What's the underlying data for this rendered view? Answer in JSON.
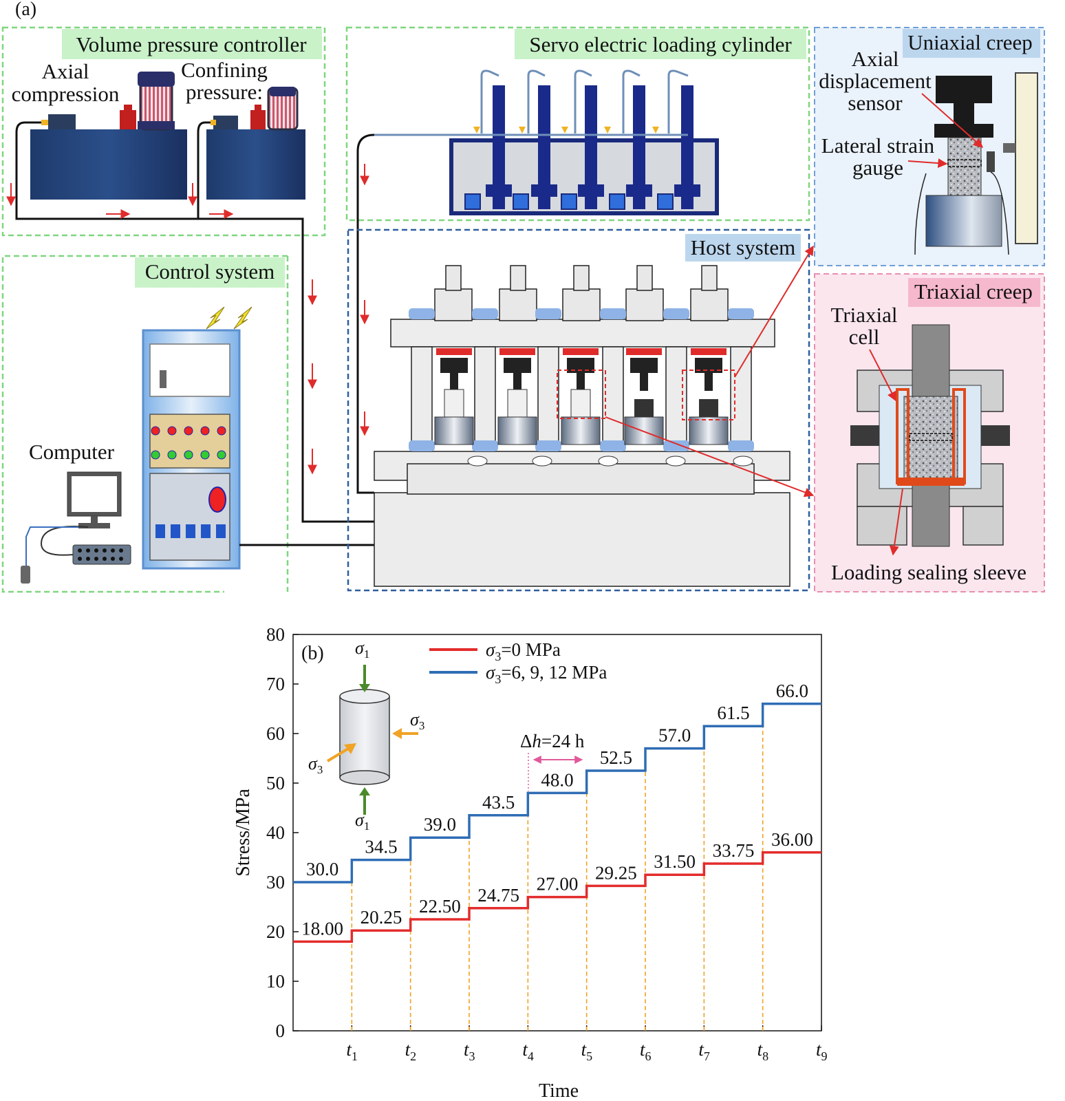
{
  "panel_a": {
    "panel_label": "(a)",
    "volume_controller": {
      "title": "Volume pressure controller",
      "axial_line1": "Axial",
      "axial_line2": "compression",
      "confining_line1": "Confining",
      "confining_line2": "pressure:"
    },
    "control_system": {
      "title": "Control system",
      "computer": "Computer"
    },
    "servo": {
      "title": "Servo electric loading cylinder"
    },
    "host": {
      "title": "Host system"
    },
    "uniaxial": {
      "title": "Uniaxial creep",
      "sensor_line1": "Axial",
      "sensor_line2": "displacement",
      "sensor_line3": "sensor",
      "gauge_line1": "Lateral strain",
      "gauge_line2": "gauge"
    },
    "triaxial": {
      "title": "Triaxial creep",
      "cell_line1": "Triaxial",
      "cell_line2": "cell",
      "sleeve": "Loading sealing sleeve"
    },
    "colors": {
      "green_box": "#7fd67f",
      "blue_box": "#2f5f9f",
      "uniaxial_bg": "#eaf2fb",
      "triaxial_bg": "#fbe6ee",
      "label_green": "#c9f2c9",
      "label_blue": "#bcd6ee",
      "label_pink": "#f6b8cc"
    }
  },
  "panel_b": {
    "panel_label": "(b)",
    "legend": {
      "red_sym": "σ",
      "red_sub": "3",
      "red_rest": "=0 MPa",
      "blue_sym": "σ",
      "blue_sub": "3",
      "blue_rest": "=6, 9, 12 MPa"
    },
    "inset": {
      "s1_top": "σ",
      "s1_top_sub": "1",
      "s1_bot": "σ",
      "s1_bot_sub": "1",
      "s3_right": "σ",
      "s3_right_sub": "3",
      "s3_left": "σ",
      "s3_left_sub": "3"
    },
    "delta": {
      "prefix": "Δ",
      "var": "h",
      "rest": "=24 h"
    }
  },
  "chart_data": {
    "type": "line",
    "step": true,
    "xlabel": "Time",
    "ylabel": "Stress/MPa",
    "ylim": [
      0,
      80
    ],
    "yticks": [
      0,
      10,
      20,
      30,
      40,
      50,
      60,
      70,
      80
    ],
    "xticks": [
      {
        "base": "t",
        "sub": "1"
      },
      {
        "base": "t",
        "sub": "2"
      },
      {
        "base": "t",
        "sub": "3"
      },
      {
        "base": "t",
        "sub": "4"
      },
      {
        "base": "t",
        "sub": "5"
      },
      {
        "base": "t",
        "sub": "6"
      },
      {
        "base": "t",
        "sub": "7"
      },
      {
        "base": "t",
        "sub": "8"
      },
      {
        "base": "t",
        "sub": "9"
      }
    ],
    "series": [
      {
        "name": "σ3=0 MPa",
        "color": "#e32c2c",
        "values": [
          18.0,
          20.25,
          22.5,
          24.75,
          27.0,
          29.25,
          31.5,
          33.75,
          36.0
        ],
        "labels": [
          "18.00",
          "20.25",
          "22.50",
          "24.75",
          "27.00",
          "29.25",
          "31.50",
          "33.75",
          "36.00"
        ]
      },
      {
        "name": "σ3=6, 9, 12 MPa",
        "color": "#2f6db5",
        "values": [
          30.0,
          34.5,
          39.0,
          43.5,
          48.0,
          52.5,
          57.0,
          61.5,
          66.0
        ],
        "labels": [
          "30.0",
          "34.5",
          "39.0",
          "43.5",
          "48.0",
          "52.5",
          "57.0",
          "61.5",
          "66.0"
        ]
      }
    ]
  }
}
